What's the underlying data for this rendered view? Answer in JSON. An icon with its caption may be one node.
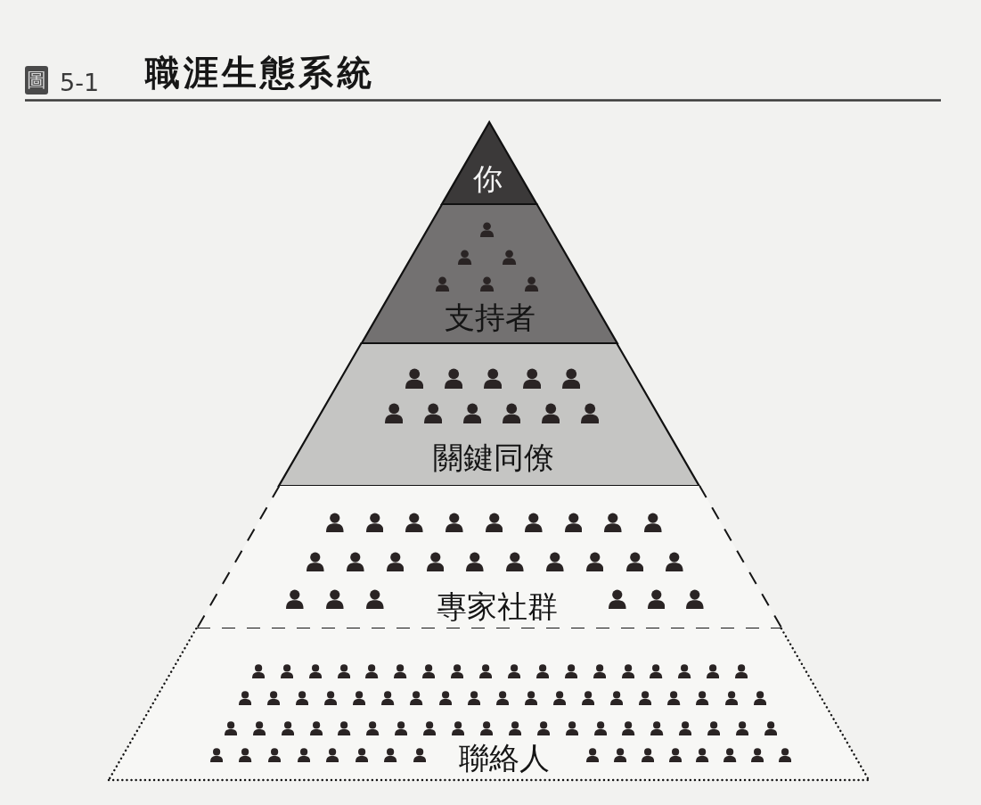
{
  "diagram": {
    "title": "職涯生態系統",
    "nodes": [
      {
        "text": [
          "你"
        ]
      },
      {
        "text": [
          "支持者"
        ]
      },
      {
        "text": [
          "關鍵同僚"
        ]
      },
      {
        "text": [
          "專家社群"
        ]
      },
      {
        "text": [
          "聯絡人"
        ]
      }
    ],
    "labels": [
      "圖",
      "5-1"
    ]
  }
}
